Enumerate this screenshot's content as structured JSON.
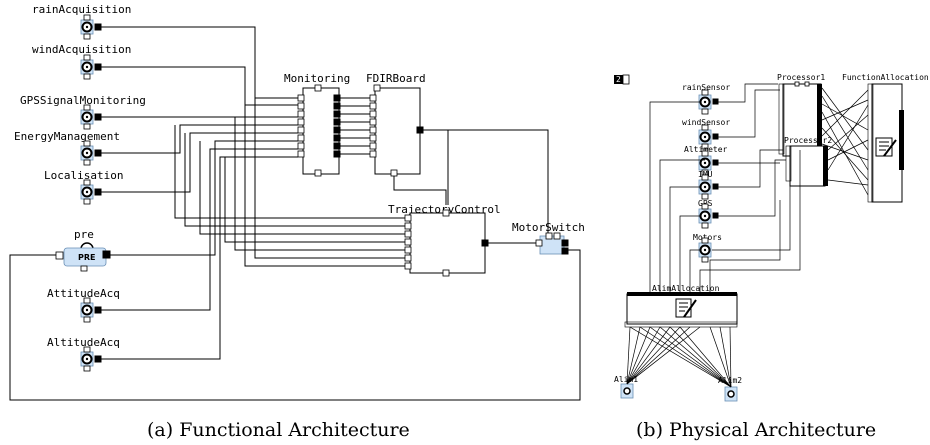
{
  "functional": {
    "sources": [
      "rainAcquisition",
      "windAcquisition",
      "GPSSignalMonitoring",
      "EnergyManagement",
      "Localisation"
    ],
    "pre": {
      "label": "pre",
      "icon_text": "PRE"
    },
    "acquisitions": [
      "AttitudeAcq",
      "AltitudeAcq"
    ],
    "blocks": {
      "monitoring": "Monitoring",
      "fdir": "FDIRBoard",
      "trajectory": "TrajectoryControl",
      "motor_switch": "MotorSwitch"
    },
    "caption": "(a) Functional Architecture"
  },
  "physical": {
    "corner_mark": "2",
    "sensors": [
      "rainSensor",
      "windSensor",
      "Altimeter",
      "IMU",
      "GPS",
      "Motors"
    ],
    "processors": [
      "Processor1",
      "Processor2"
    ],
    "function_allocation": "FunctionAllocation",
    "alim_allocation": "AlimAllocation",
    "alims": [
      "Alim1",
      "Alim2"
    ],
    "caption": "(b) Physical Architecture"
  }
}
